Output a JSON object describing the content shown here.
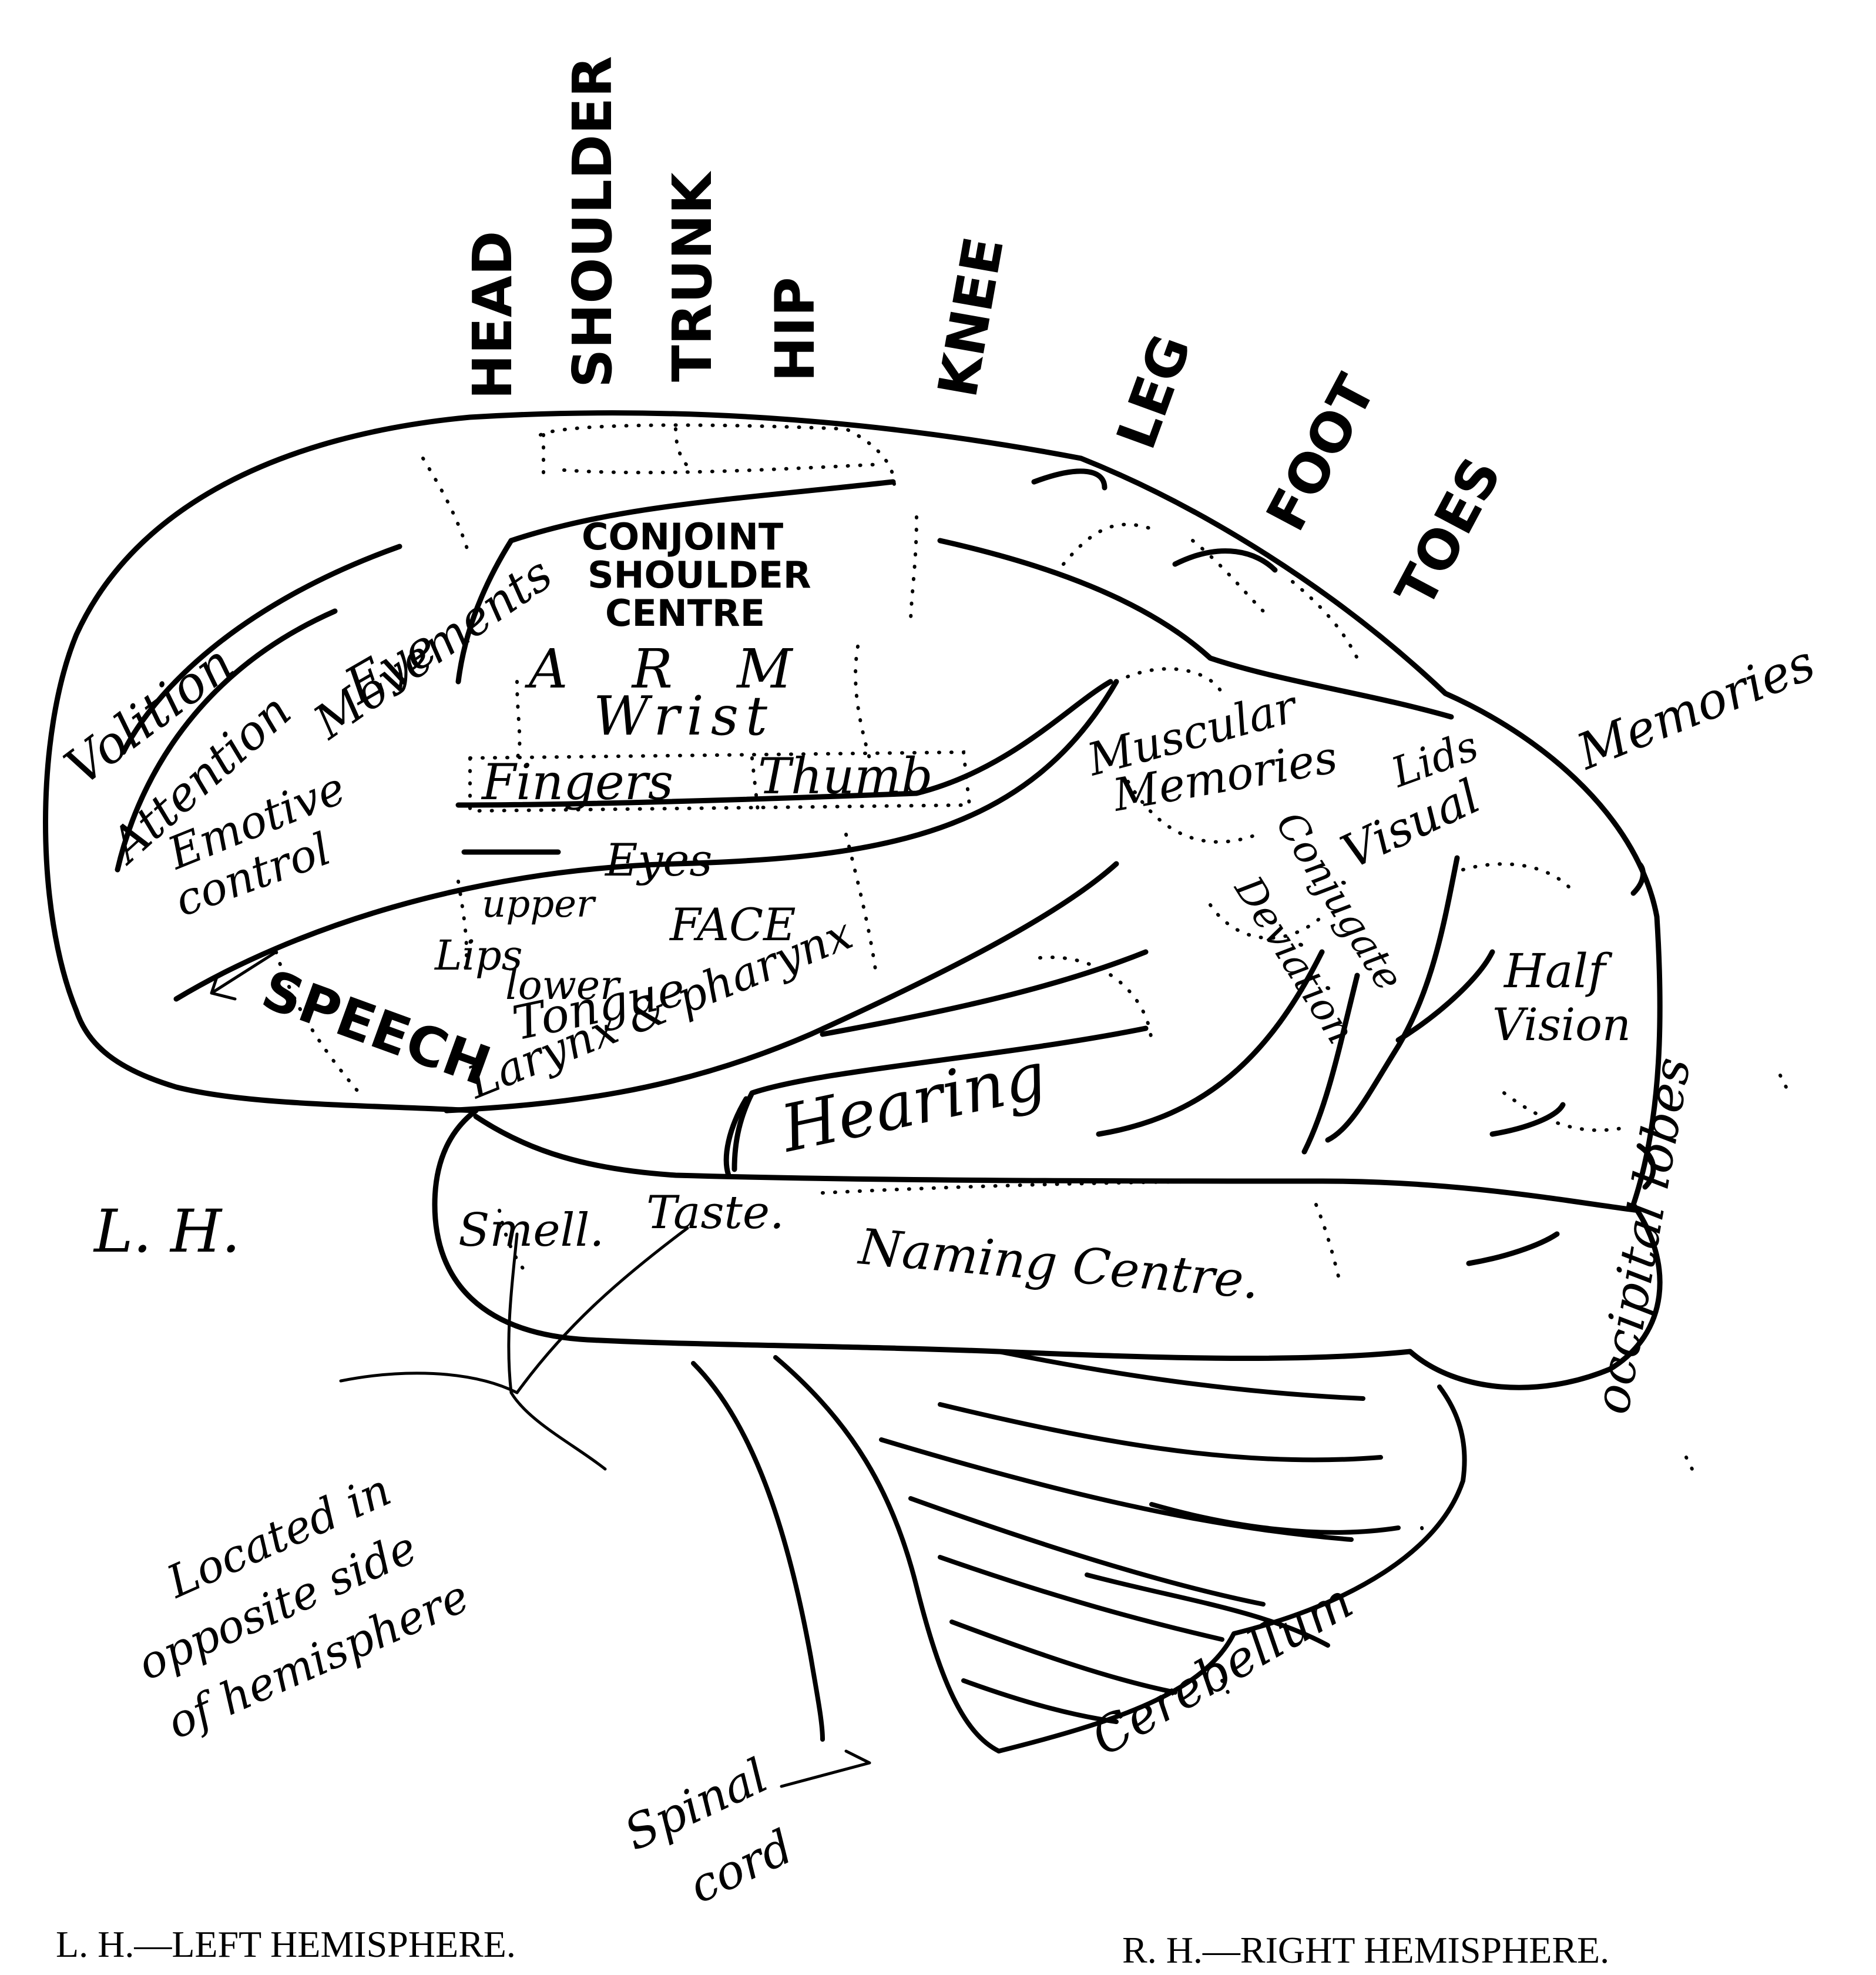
{
  "body_parts": [
    "HEAD",
    "SHOULDER",
    "TRUNK",
    "HIP",
    "KNEE",
    "LEG",
    "FOOT",
    "TOES"
  ],
  "regions": {
    "volition": "Volition",
    "attention": "Attention",
    "eye": "Eye",
    "movements": "Movements",
    "emotive": "Emotive",
    "control": "control",
    "conjoint": "CONJOINT",
    "shoulder": "SHOULDER",
    "centre": "CENTRE",
    "arm": "A R M",
    "wrist": "Wrist",
    "fingers": "Fingers",
    "thumb": "Thumb",
    "eyes": "Eyes",
    "upper": "upper",
    "face": "FACE",
    "lips": "Lips",
    "lower": "lower",
    "tongue": "Tongue",
    "speech": "SPEECH",
    "larynx": "Larynx & pharynx",
    "hearing": "Hearing",
    "muscular": "Muscular",
    "memories": "Memories",
    "lids": "Lids",
    "visual": "Visual",
    "visual_memories": "Memories",
    "conjugate": "Conjugate",
    "deviation": "Deviation",
    "half": "Half",
    "vision": "Vision",
    "occipital_lobes": "occipital lobes",
    "smell": "Smell.",
    "taste": "Taste.",
    "naming_centre": "Naming Centre.",
    "located_1": "Located in",
    "located_2": "opposite side",
    "located_3": "of hemisphere",
    "cerebellum": "Cerebellum",
    "spinal": "Spinal",
    "cord": "cord"
  },
  "hemisphere_label": "L. H.",
  "captions": {
    "left": "L. H.—LEFT HEMISPHERE.",
    "right": "R. H.—RIGHT HEMISPHERE."
  }
}
